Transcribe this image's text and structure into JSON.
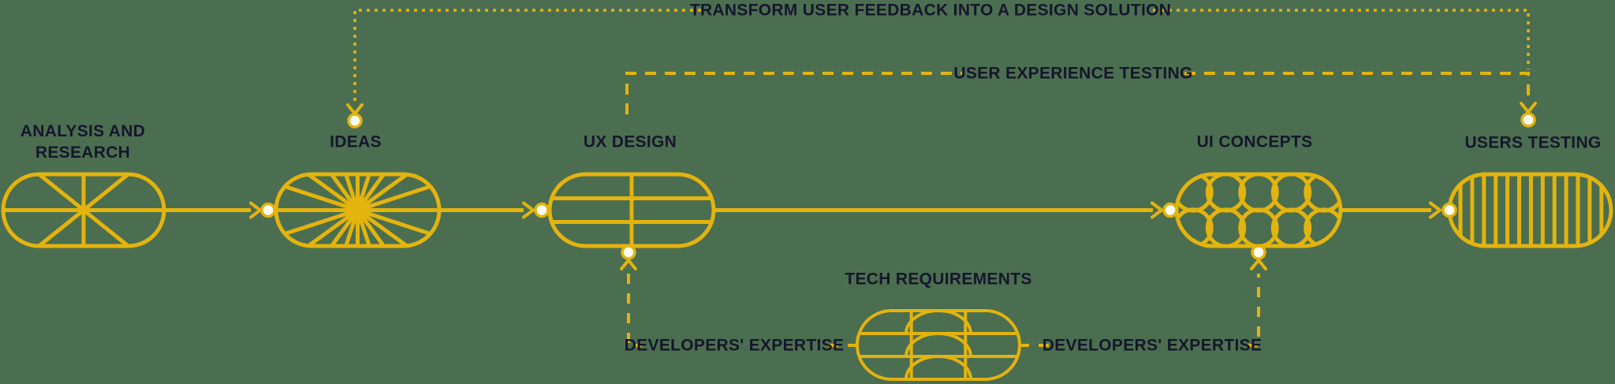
{
  "colors": {
    "background": "#4B6E50",
    "accent": "#E3B30E",
    "text": "#16162C",
    "node": "#FFFDF4"
  },
  "stages": [
    {
      "id": "analysis",
      "label": "ANALYSIS AND RESEARCH",
      "label_lines": [
        "ANALYSIS AND",
        "RESEARCH"
      ],
      "icon": "pill-spokes-icon"
    },
    {
      "id": "ideas",
      "label": "IDEAS",
      "icon": "pill-starburst-icon"
    },
    {
      "id": "ux-design",
      "label": "UX DESIGN",
      "icon": "pill-grid-icon"
    },
    {
      "id": "ui-concepts",
      "label": "UI CONCEPTS",
      "icon": "pill-circles-icon"
    },
    {
      "id": "users-testing",
      "label": "USERS TESTING",
      "icon": "pill-stripes-icon"
    }
  ],
  "annotations": {
    "feedback_loop": "TRANSFORM USER FEEDBACK INTO A DESIGN SOLUTION",
    "ux_testing": "USER EXPERIENCE TESTING",
    "tech_requirements": "TECH REQUIREMENTS",
    "developers_expertise_left": "DEVELOPERS' EXPERTISE",
    "developers_expertise_right": "DEVELOPERS' EXPERTISE"
  }
}
